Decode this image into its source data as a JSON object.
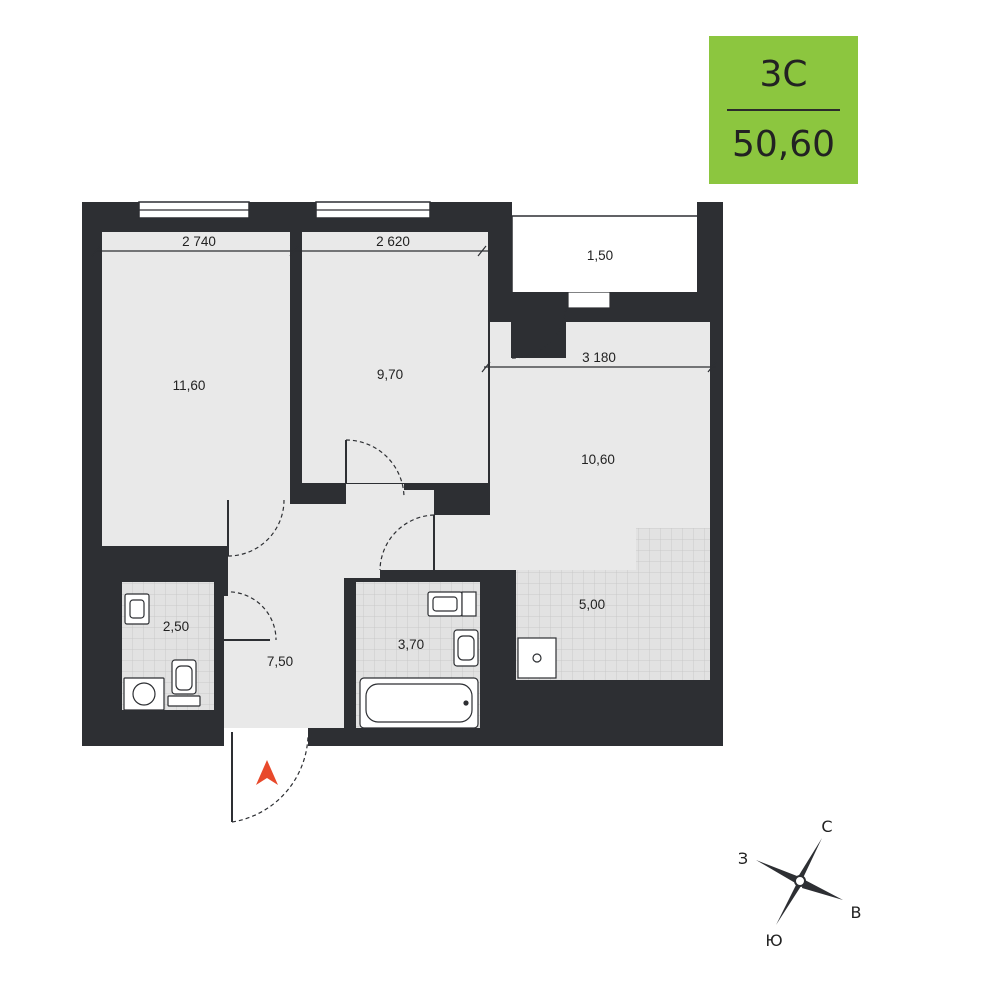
{
  "badge": {
    "type": "3С",
    "area": "50,60"
  },
  "rooms": {
    "bedroom_left": "11,60",
    "bedroom_middle": "9,70",
    "balcony": "1,50",
    "living_room": "10,60",
    "kitchen": "5,00",
    "hall": "7,50",
    "wc": "2,50",
    "bathroom": "3,70"
  },
  "dimensions": {
    "bedroom_left_width": "2 740",
    "bedroom_middle_width": "2 620",
    "living_room_width": "3 180"
  },
  "compass": {
    "north": "С",
    "south": "Ю",
    "west": "З",
    "east": "В"
  },
  "colors": {
    "wall": "#2d2f33",
    "floor": "#e9e9e9",
    "tile": "#dcdcdc",
    "badge": "#8cc63f",
    "entrance_arrow": "#e8492b"
  }
}
